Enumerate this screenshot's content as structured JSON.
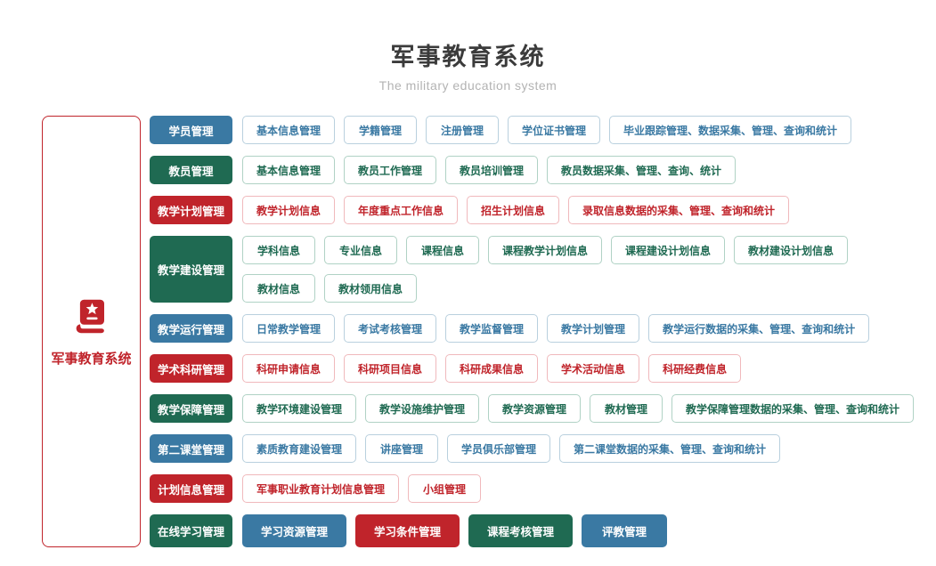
{
  "header": {
    "title": "军事教育系统",
    "subtitle": "The military education system"
  },
  "root": {
    "label": "军事教育系统",
    "icon": "book-star-icon"
  },
  "colors": {
    "blue": "#3a79a3",
    "green": "#1f6a52",
    "red": "#c0242b",
    "blue_border": "#b9d0de",
    "green_border": "#b0d2c5",
    "red_border": "#f0b9bc",
    "title_text": "#3b3b3b",
    "subtitle_text": "#b3b3b3"
  },
  "groups": [
    {
      "label": "学员管理",
      "color": "blue",
      "items": [
        "基本信息管理",
        "学籍管理",
        "注册管理",
        "学位证书管理",
        "毕业跟踪管理、数据采集、管理、查询和统计"
      ]
    },
    {
      "label": "教员管理",
      "color": "green",
      "items": [
        "基本信息管理",
        "教员工作管理",
        "教员培训管理",
        "教员数据采集、管理、查询、统计"
      ]
    },
    {
      "label": "教学计划管理",
      "color": "red",
      "items": [
        "教学计划信息",
        "年度重点工作信息",
        "招生计划信息",
        "录取信息数据的采集、管理、查询和统计"
      ]
    },
    {
      "label": "教学建设管理",
      "color": "green",
      "items": [
        "学科信息",
        "专业信息",
        "课程信息",
        "课程教学计划信息",
        "课程建设计划信息",
        "教材建设计划信息",
        "教材信息",
        "教材领用信息"
      ]
    },
    {
      "label": "教学运行管理",
      "color": "blue",
      "items": [
        "日常教学管理",
        "考试考核管理",
        "教学监督管理",
        "教学计划管理",
        "教学运行数据的采集、管理、查询和统计"
      ]
    },
    {
      "label": "学术科研管理",
      "color": "red",
      "items": [
        "科研申请信息",
        "科研项目信息",
        "科研成果信息",
        "学术活动信息",
        "科研经费信息"
      ]
    },
    {
      "label": "教学保障管理",
      "color": "green",
      "items": [
        "教学环境建设管理",
        "教学设施维护管理",
        "教学资源管理",
        "教材管理",
        "教学保障管理数据的采集、管理、查询和统计"
      ]
    },
    {
      "label": "第二课堂管理",
      "color": "blue",
      "items": [
        "素质教育建设管理",
        "讲座管理",
        "学员俱乐部管理",
        "第二课堂数据的采集、管理、查询和统计"
      ]
    },
    {
      "label": "计划信息管理",
      "color": "red",
      "items": [
        "军事职业教育计划信息管理",
        "小组管理"
      ]
    },
    {
      "label": "在线学习管理",
      "color": "green",
      "filled_items": [
        {
          "label": "学习资源管理",
          "color": "blue"
        },
        {
          "label": "学习条件管理",
          "color": "red"
        },
        {
          "label": "课程考核管理",
          "color": "green"
        },
        {
          "label": "评教管理",
          "color": "blue"
        }
      ]
    }
  ]
}
